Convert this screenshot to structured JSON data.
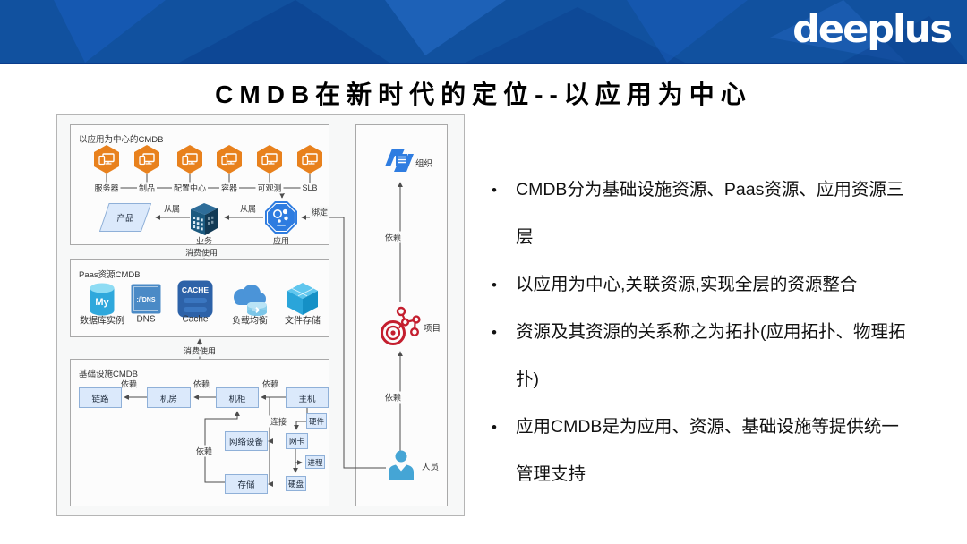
{
  "header": {
    "logo_text": "deeplus"
  },
  "slide_title": "CMDB在新时代的定位--以应用为中心",
  "bullets": [
    "CMDB分为基础设施资源、Paas资源、应用资源三层",
    "以应用为中心,关联资源,实现全层的资源整合",
    "资源及其资源的关系称之为拓扑(应用拓扑、物理拓扑)",
    "应用CMDB是为应用、资源、基础设施等提供统一管理支持"
  ],
  "diagram": {
    "sections": {
      "app": {
        "title": "以应用为中心的CMDB"
      },
      "paas": {
        "title": "Paas资源CMDB"
      },
      "infra": {
        "title": "基础设施CMDB"
      }
    },
    "hex_nodes": [
      "服务器",
      "制品",
      "配置中心",
      "容器",
      "可观测",
      "SLB"
    ],
    "app_nodes": {
      "product": "产品",
      "business": "业务",
      "application": "应用"
    },
    "paas_nodes": {
      "database": "数据库实例",
      "dns": "DNS",
      "cache": "Cache",
      "lb": "负载均衡",
      "file": "文件存储"
    },
    "paas_icon_texts": {
      "mysql": "My",
      "dns": "://DNS",
      "cache": "CACHE"
    },
    "infra_nodes": {
      "link": "链路",
      "room": "机房",
      "rack": "机柜",
      "host": "主机",
      "hardware": "硬件",
      "nic": "网卡",
      "process": "进程",
      "disk": "硬盘",
      "netdev": "网络设备",
      "storage": "存储"
    },
    "org_nodes": {
      "org": "组织",
      "project": "项目",
      "person": "人员"
    },
    "edge_labels": {
      "subordinate": "从属",
      "bind": "绑定",
      "consume": "消费使用",
      "depend": "依赖",
      "connect": "连接"
    }
  },
  "colors": {
    "banner_blue": "#11519f",
    "hex_orange": "#E8811D",
    "node_fill": "#dbe9fb",
    "node_border": "#8fb0d8",
    "brand_blue": "#2f7de1",
    "project_red": "#c41e2e",
    "person_blue": "#45a5d5",
    "line_gray": "#4d4d4d"
  }
}
